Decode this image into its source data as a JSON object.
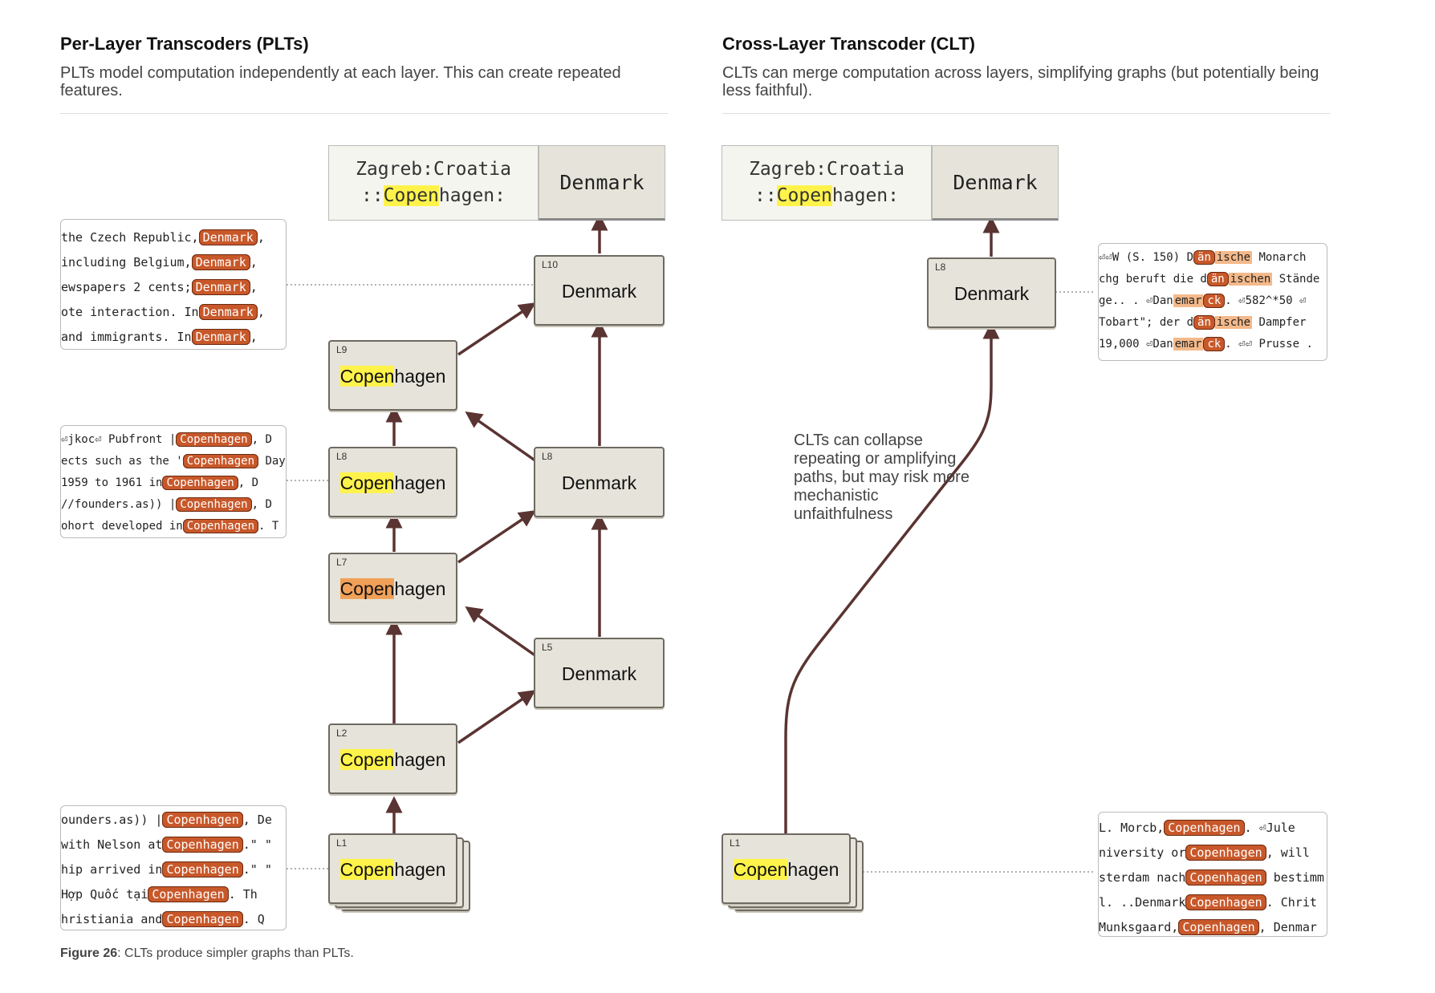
{
  "left": {
    "title": "Per-Layer Transcoders (PLTs)",
    "subtitle": "PLTs model computation independently at each layer. This can create repeated features.",
    "prompt_line1": "Zagreb:Croatia",
    "prompt_line2_pre": "::",
    "prompt_line2_hl": "Copen",
    "prompt_line2_post": "hagen:",
    "output": "Denmark",
    "nodes": {
      "c_l1": {
        "layer": "L1",
        "hl": "Copen",
        "rest": "hagen"
      },
      "c_l2": {
        "layer": "L2",
        "hl": "Copen",
        "rest": "hagen"
      },
      "c_l7": {
        "layer": "L7",
        "hl": "Copen",
        "rest": "hagen"
      },
      "c_l8": {
        "layer": "L8",
        "hl": "Copen",
        "rest": "hagen"
      },
      "c_l9": {
        "layer": "L9",
        "hl": "Copen",
        "rest": "hagen"
      },
      "d_l5": {
        "layer": "L5",
        "label": "Denmark"
      },
      "d_l8": {
        "layer": "L8",
        "label": "Denmark"
      },
      "d_l10": {
        "layer": "L10",
        "label": "Denmark"
      }
    },
    "ctx_denmark": [
      {
        "pre": "the Czech Republic,",
        "tok": "Denmark",
        "post": ","
      },
      {
        "pre": " including Belgium,",
        "tok": "Denmark",
        "post": ","
      },
      {
        "pre": "ewspapers 2 cents;",
        "tok": "Denmark",
        "post": ","
      },
      {
        "pre": "ote interaction. In",
        "tok": "Denmark",
        "post": ","
      },
      {
        "pre": " and immigrants. In",
        "tok": "Denmark",
        "post": ","
      }
    ],
    "ctx_copen_mid": [
      {
        "pre": "⏎jkoc⏎ Pubfront |",
        "tok": "Copenhagen",
        "post": ", D"
      },
      {
        "pre": "ects such as the '",
        "tok": "Copenhagen",
        "post": " Day"
      },
      {
        "pre": " 1959 to 1961 in",
        "tok": "Copenhagen",
        "post": ", D"
      },
      {
        "pre": "//founders.as)) |",
        "tok": "Copenhagen",
        "post": ", D"
      },
      {
        "pre": "ohort developed in",
        "tok": "Copenhagen",
        "post": ". T"
      }
    ],
    "ctx_copen_low": [
      {
        "pre": "ounders.as)) |",
        "tok": "Copenhagen",
        "post": ", De"
      },
      {
        "pre": "with Nelson at",
        "tok": "Copenhagen",
        "post": ".\" \""
      },
      {
        "pre": "hip arrived in",
        "tok": "Copenhagen",
        "post": ".\" \""
      },
      {
        "pre": " Hợp Quốc tại",
        "tok": "Copenhagen",
        "post": ". Th"
      },
      {
        "pre": "hristiania and",
        "tok": "Copenhagen",
        "post": ". Q"
      }
    ]
  },
  "right": {
    "title": "Cross-Layer Transcoder (CLT)",
    "subtitle": "CLTs can merge computation across layers, simplifying graphs (but potentially being less faithful).",
    "prompt_line1": "Zagreb:Croatia",
    "prompt_line2_pre": "::",
    "prompt_line2_hl": "Copen",
    "prompt_line2_post": "hagen:",
    "output": "Denmark",
    "nodes": {
      "c_l1": {
        "layer": "L1",
        "hl": "Copen",
        "rest": "hagen"
      },
      "d_l8": {
        "layer": "L8",
        "label": "Denmark"
      }
    },
    "annotation": "CLTs can collapse repeating or amplifying paths, but may risk more mechanistic unfaithfulness",
    "ctx_denmark": [
      {
        "pre": "⏎⏎W (S. 150) D",
        "tok": "än",
        "tok2": "ische",
        "post": " Monarch"
      },
      {
        "pre": "chg beruft die d",
        "tok": "än",
        "tok2": "ischen",
        "post": " Stände"
      },
      {
        "pre": "ge.. . ⏎Dan",
        "tok2": "emar",
        "tok": "ck",
        "post": ". ⏎582^*50 ⏎"
      },
      {
        "pre": " Tobart\"; der d",
        "tok": "än",
        "tok2": "ische",
        "post": " Dampfer"
      },
      {
        "pre": "19,000 ⏎Dan",
        "tok2": "emar",
        "tok": "ck",
        "post": ". ⏎⏎ Prusse ."
      }
    ],
    "ctx_copen": [
      {
        "pre": " L. Morcb,",
        "tok": "Copenhagen",
        "post": ". ⏎Jule"
      },
      {
        "pre": "niversity or",
        "tok": "Copenhagen",
        "post": ", will"
      },
      {
        "pre": "sterdam nach",
        "tok": "Copenhagen",
        "post": " bestimm"
      },
      {
        "pre": "l. ..Denmark",
        "tok": "Copenhagen",
        "post": ". Chrit"
      },
      {
        "pre": "Munksgaard,",
        "tok": "Copenhagen",
        "post": ", Denmar"
      }
    ]
  },
  "caption": {
    "label": "Figure 26",
    "text": ": CLTs produce simpler graphs than PLTs."
  },
  "colors": {
    "edge": "#5a3432",
    "highlight_yellow": "#fff34a",
    "highlight_orange": "#f0a058",
    "token": "#c8582a"
  }
}
